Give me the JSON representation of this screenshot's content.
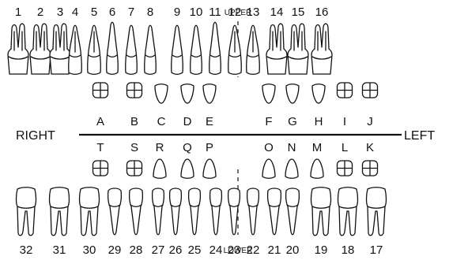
{
  "labels": {
    "upper": "UPPER",
    "lower": "LOWER",
    "right": "RIGHT",
    "left": "LEFT"
  },
  "permanent_upper": [
    {
      "num": "1",
      "type": "molar"
    },
    {
      "num": "2",
      "type": "molar"
    },
    {
      "num": "3",
      "type": "molar"
    },
    {
      "num": "4",
      "type": "premolar"
    },
    {
      "num": "5",
      "type": "premolar"
    },
    {
      "num": "6",
      "type": "canine"
    },
    {
      "num": "7",
      "type": "incisor"
    },
    {
      "num": "8",
      "type": "incisor"
    },
    {
      "num": "9",
      "type": "incisor"
    },
    {
      "num": "10",
      "type": "incisor"
    },
    {
      "num": "11",
      "type": "canine"
    },
    {
      "num": "12",
      "type": "premolar"
    },
    {
      "num": "13",
      "type": "premolar"
    },
    {
      "num": "14",
      "type": "molar"
    },
    {
      "num": "15",
      "type": "molar"
    },
    {
      "num": "16",
      "type": "molar"
    }
  ],
  "primary_upper": [
    {
      "letter": "A",
      "type": "molar"
    },
    {
      "letter": "B",
      "type": "molar"
    },
    {
      "letter": "C",
      "type": "canine"
    },
    {
      "letter": "D",
      "type": "incisor"
    },
    {
      "letter": "E",
      "type": "incisor"
    },
    {
      "letter": "F",
      "type": "incisor"
    },
    {
      "letter": "G",
      "type": "incisor"
    },
    {
      "letter": "H",
      "type": "canine"
    },
    {
      "letter": "I",
      "type": "molar"
    },
    {
      "letter": "J",
      "type": "molar"
    }
  ],
  "primary_lower": [
    {
      "letter": "T",
      "type": "molar"
    },
    {
      "letter": "S",
      "type": "molar"
    },
    {
      "letter": "R",
      "type": "canine"
    },
    {
      "letter": "Q",
      "type": "incisor"
    },
    {
      "letter": "P",
      "type": "incisor"
    },
    {
      "letter": "O",
      "type": "incisor"
    },
    {
      "letter": "N",
      "type": "incisor"
    },
    {
      "letter": "M",
      "type": "canine"
    },
    {
      "letter": "L",
      "type": "molar"
    },
    {
      "letter": "K",
      "type": "molar"
    }
  ],
  "permanent_lower": [
    {
      "num": "32",
      "type": "molar"
    },
    {
      "num": "31",
      "type": "molar"
    },
    {
      "num": "30",
      "type": "molar"
    },
    {
      "num": "29",
      "type": "premolar"
    },
    {
      "num": "28",
      "type": "premolar"
    },
    {
      "num": "27",
      "type": "canine"
    },
    {
      "num": "26",
      "type": "incisor"
    },
    {
      "num": "25",
      "type": "incisor"
    },
    {
      "num": "24",
      "type": "incisor"
    },
    {
      "num": "23",
      "type": "incisor"
    },
    {
      "num": "22",
      "type": "canine"
    },
    {
      "num": "21",
      "type": "premolar"
    },
    {
      "num": "20",
      "type": "premolar"
    },
    {
      "num": "19",
      "type": "molar"
    },
    {
      "num": "18",
      "type": "molar"
    },
    {
      "num": "17",
      "type": "molar"
    }
  ]
}
